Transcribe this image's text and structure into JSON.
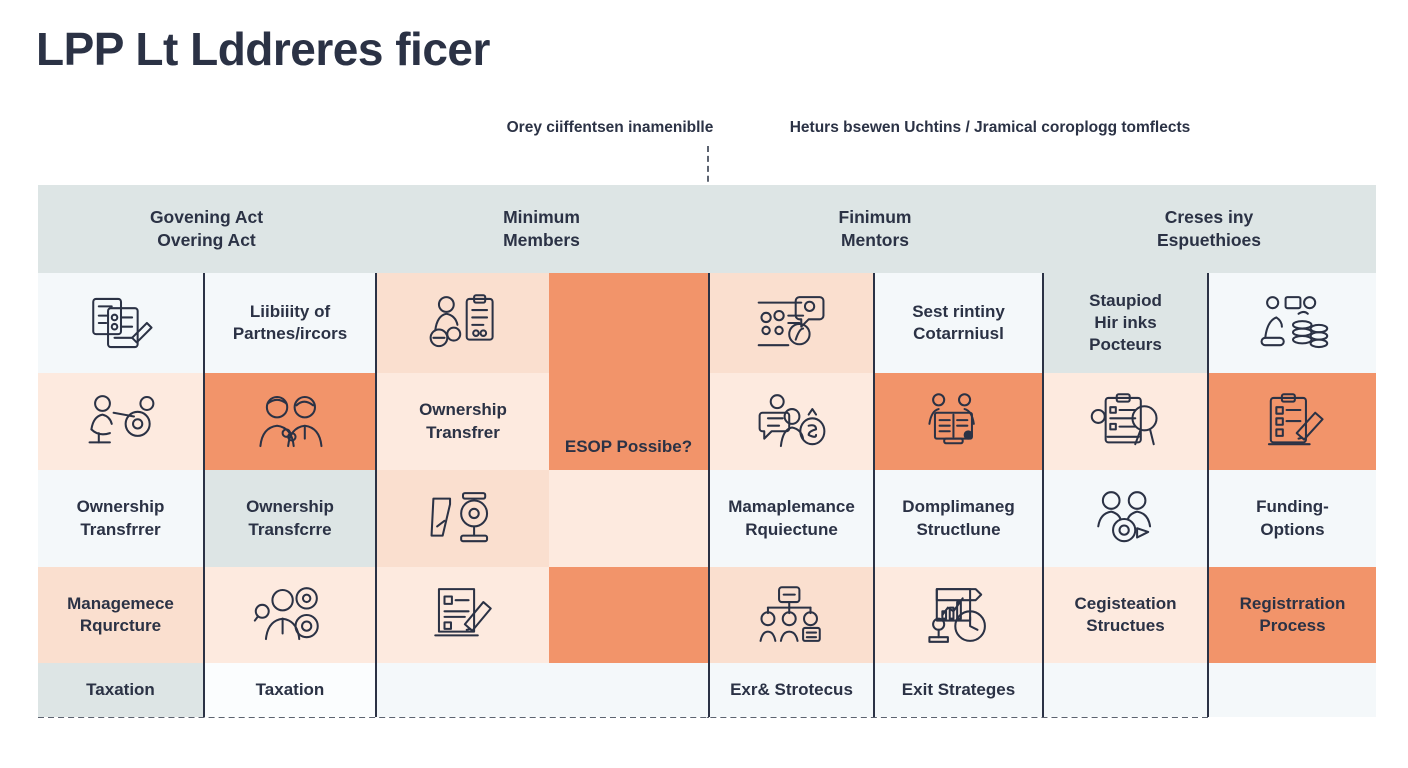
{
  "title": "LPP Lt Lddreres ficer",
  "annotations": [
    {
      "text": "Orey ciiffentsen inameniblle"
    },
    {
      "text": "Heturs bsewen Uchtins / Jramical coroplogg tomflects"
    }
  ],
  "table": {
    "header_groups": [
      {
        "label": "Govening Act\nOvering Act"
      },
      {
        "label": "Minimum\nMembers"
      },
      {
        "label": "Finimum\nMentors"
      },
      {
        "label": "Creses iny\nEspuethioes"
      }
    ],
    "rows": [
      {
        "cells": [
          {
            "type": "icon",
            "icon": "documents-checklist-pen-icon",
            "fill": "#f4f8fa"
          },
          {
            "type": "text",
            "label": "Liibiiity of\nPartnes/ircors",
            "fill": "#f4f8fa"
          },
          {
            "type": "icon",
            "icon": "person-clipboard-gears-icon",
            "fill": "#fadfcf"
          },
          {
            "type": "empty",
            "label": "",
            "fill": "#f2946a"
          },
          {
            "type": "icon",
            "icon": "chat-users-search-icon",
            "fill": "#fadfcf"
          },
          {
            "type": "text",
            "label": "Sest rintiny\nCotarrniusl",
            "fill": "#f4f8fa"
          },
          {
            "type": "text",
            "label": "Staupiod\nHir inks\nPocteurs",
            "fill": "#dde5e5"
          },
          {
            "type": "icon",
            "icon": "people-coins-growth-icon",
            "fill": "#f4f8fa"
          }
        ]
      },
      {
        "cells": [
          {
            "type": "icon",
            "icon": "person-gears-podium-icon",
            "fill": "#fdeadf"
          },
          {
            "type": "icon",
            "icon": "two-partners-icon",
            "fill": "#f2946a"
          },
          {
            "type": "text",
            "label": "Ownership\nTransfrer",
            "fill": "#fdeadf"
          },
          {
            "type": "text-bottom",
            "label": "ESOP Possibe?",
            "fill": "#f2946a"
          },
          {
            "type": "icon",
            "icon": "chat-person-money-bag-icon",
            "fill": "#fdeadf"
          },
          {
            "type": "icon",
            "icon": "team-monitor-review-icon",
            "fill": "#f2946a"
          },
          {
            "type": "icon",
            "icon": "clipboard-magnifier-icon",
            "fill": "#fdeadf"
          },
          {
            "type": "icon",
            "icon": "clipboard-pencil-icon",
            "fill": "#f2946a"
          }
        ]
      },
      {
        "cells": [
          {
            "type": "text",
            "label": "Ownership\nTransfrrer",
            "fill": "#f4f8fa"
          },
          {
            "type": "text",
            "label": "Ownership\nTransfcrre",
            "fill": "#dde5e5"
          },
          {
            "type": "icon",
            "icon": "ruler-gear-drafting-icon",
            "fill": "#fadfcf"
          },
          {
            "type": "empty",
            "label": "",
            "fill": "#fdeadf"
          },
          {
            "type": "text",
            "label": "Mamaplemance\nRquiectune",
            "fill": "#f4f8fa"
          },
          {
            "type": "text",
            "label": "Domplimaneg\nStructlune",
            "fill": "#f4f8fa"
          },
          {
            "type": "icon",
            "icon": "two-people-gear-icon",
            "fill": "#f4f8fa"
          },
          {
            "type": "text",
            "label": "Funding-\nOptions",
            "fill": "#f4f8fa"
          }
        ]
      },
      {
        "cells": [
          {
            "type": "text",
            "label": "Managemece\nRqurcture",
            "fill": "#fadfcf"
          },
          {
            "type": "icon",
            "icon": "manager-gears-search-icon",
            "fill": "#fdeadf"
          },
          {
            "type": "icon",
            "icon": "document-pencil-icon",
            "fill": "#fdeadf"
          },
          {
            "type": "empty",
            "label": "",
            "fill": "#f2946a"
          },
          {
            "type": "icon",
            "icon": "org-chart-people-icon",
            "fill": "#fadfcf"
          },
          {
            "type": "icon",
            "icon": "chart-presentation-clock-icon",
            "fill": "#fdeadf"
          },
          {
            "type": "text",
            "label": "Cegisteation\nStructues",
            "fill": "#fdeadf"
          },
          {
            "type": "text",
            "label": "Registrration\nProcess",
            "fill": "#f2946a"
          }
        ]
      },
      {
        "cells": [
          {
            "type": "text",
            "label": "Taxation",
            "fill": "#dde5e5"
          },
          {
            "type": "text",
            "label": "Taxation",
            "fill": "#fbfdfe"
          },
          {
            "type": "empty",
            "label": "",
            "fill": "#f4f8fa"
          },
          {
            "type": "empty",
            "label": "",
            "fill": "#f4f8fa"
          },
          {
            "type": "text",
            "label": "Exr& Strotecus",
            "fill": "#f4f8fa"
          },
          {
            "type": "text",
            "label": "Exit Strateges",
            "fill": "#f4f8fa"
          },
          {
            "type": "empty",
            "label": "",
            "fill": "#f4f8fa"
          },
          {
            "type": "empty",
            "label": "",
            "fill": "#f4f8fa"
          }
        ]
      }
    ]
  },
  "colors": {
    "ink": "#2b3245",
    "accent_strong": "#f2946a",
    "accent_mid": "#fadfcf",
    "accent_pale": "#fdeadf",
    "neutral_header": "#dde5e5",
    "neutral_lite": "#f4f8fa"
  }
}
